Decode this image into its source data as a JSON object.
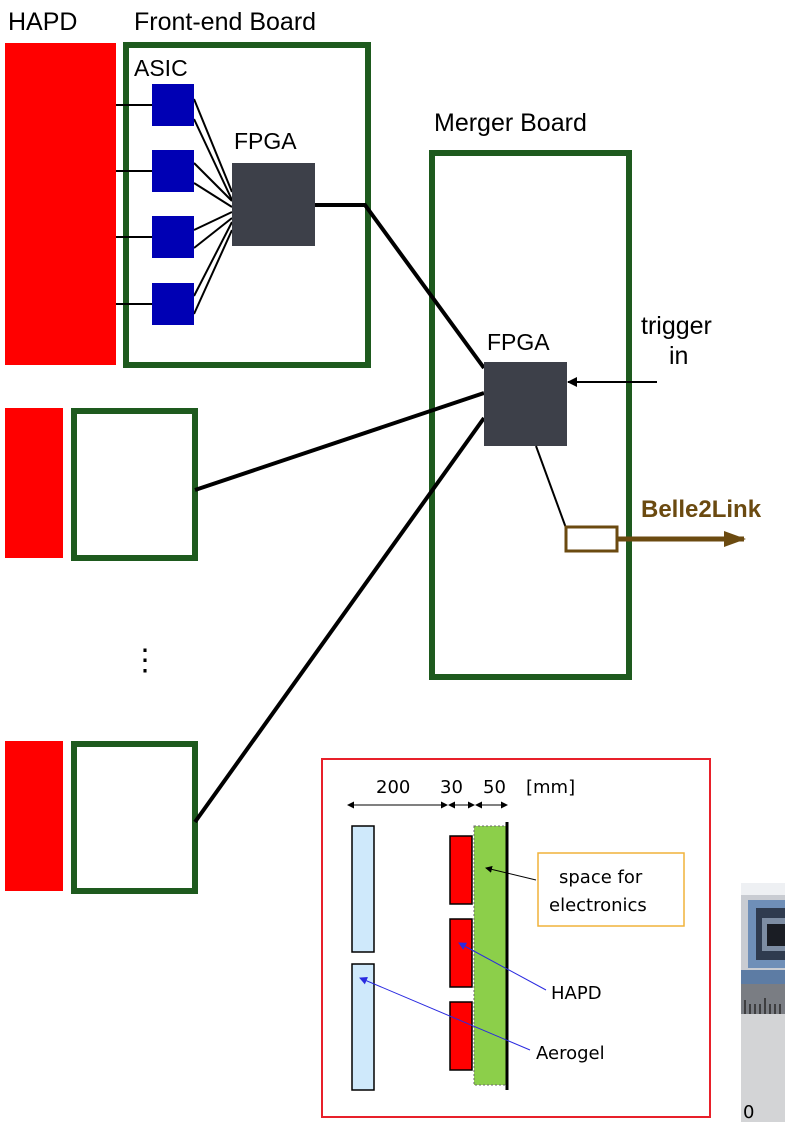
{
  "colors": {
    "hapd": "#ff0000",
    "board": "#1e5a1e",
    "asic": "#0000b4",
    "fpga": "#3d4049",
    "link": "#6b4a10",
    "aerogel": "#cfe9fb",
    "electronics": "#8ccf4a",
    "inset_border": "#e8202a",
    "note_border": "#f1b23a",
    "pointer": "#2a2ae0"
  },
  "labels": {
    "hapd": "HAPD",
    "frontend_board": "Front-end Board",
    "asic": "ASIC",
    "fe_fpga": "FPGA",
    "merger_board": "Merger Board",
    "merger_fpga": "FPGA",
    "trigger_line1": "trigger",
    "trigger_line2": "in",
    "belle2link": "Belle2Link",
    "ellipsis": "⋮"
  },
  "inset": {
    "dim_200": "200",
    "dim_30": "30",
    "dim_50": "50",
    "unit": "[mm]",
    "space_line1": "space for",
    "space_line2": "electronics",
    "hapd": "HAPD",
    "aerogel": "Aerogel"
  },
  "photo": {
    "scale_digit": "0"
  }
}
